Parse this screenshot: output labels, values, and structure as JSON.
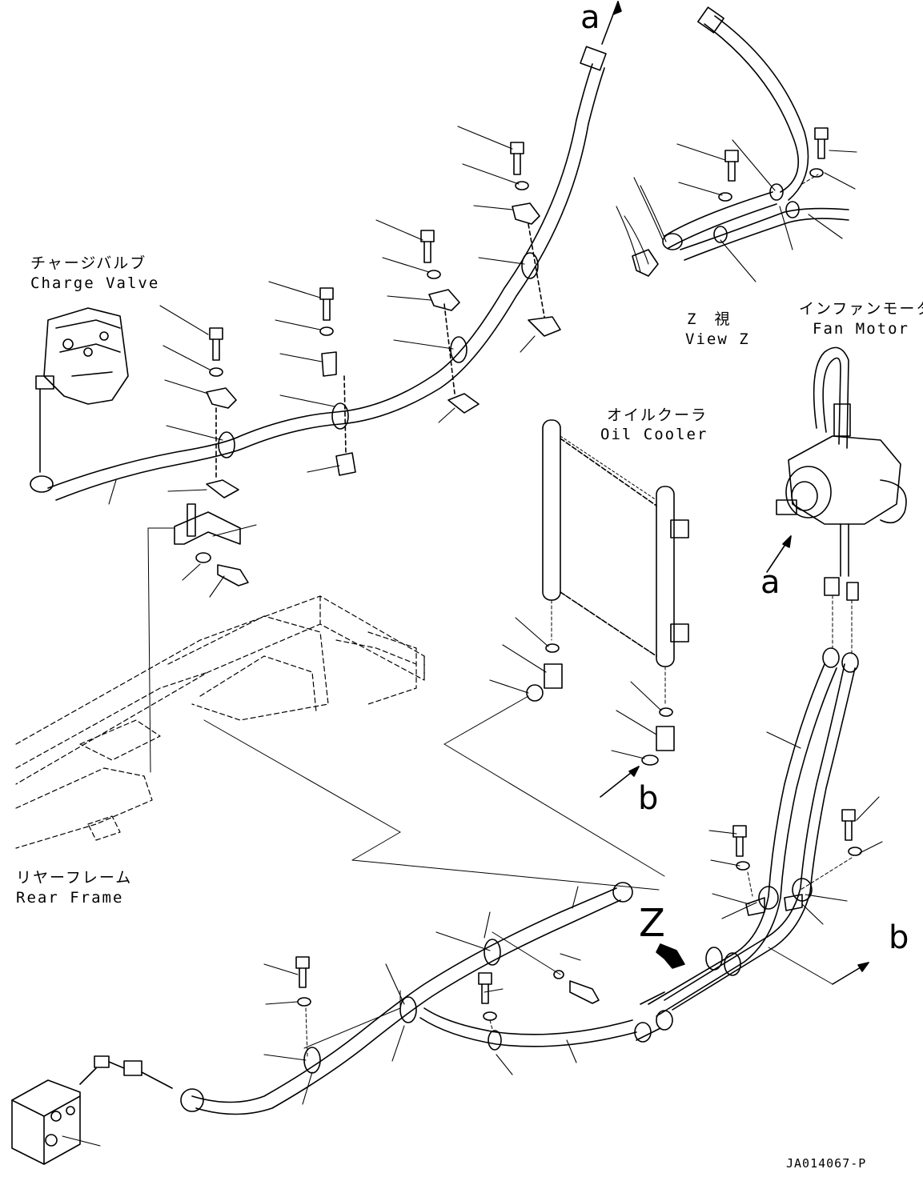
{
  "labels": {
    "charge_valve_jp": "チャージバルブ",
    "charge_valve_en": "Charge Valve",
    "view_z_jp": "Z　視",
    "view_z_en": "View Z",
    "fan_motor_jp": "インファンモータ",
    "fan_motor_en": "Fan Motor",
    "oil_cooler_jp": "オイルクーラ",
    "oil_cooler_en": "Oil Cooler",
    "rear_frame_jp": "リヤーフレーム",
    "rear_frame_en": "Rear Frame",
    "ref_a_top": "a",
    "ref_a_fan": "a",
    "ref_b_cooler": "b",
    "ref_b_right": "b",
    "view_z_marker": "Z",
    "drawing_code": "JA014067-P"
  },
  "colors": {
    "line": "#000000",
    "background": "#ffffff"
  }
}
